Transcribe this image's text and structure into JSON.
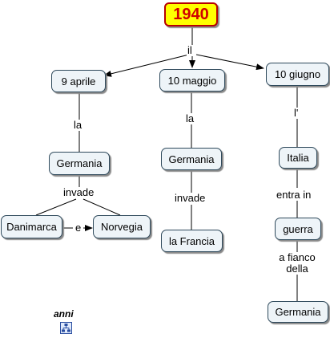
{
  "map": {
    "root": "1940",
    "root_link": "il",
    "branches": [
      {
        "date": "9 aprile",
        "link1": "la",
        "subject": "Germania",
        "verb": "invade",
        "object1": "Danimarca",
        "conjunction": "e",
        "object2": "Norvegia"
      },
      {
        "date": "10 maggio",
        "link1": "la",
        "subject": "Germania",
        "verb": "invade",
        "object1": "la Francia"
      },
      {
        "date": "10 giugno",
        "link1": "l'",
        "subject": "Italia",
        "verb": "entra in",
        "object1": "guerra",
        "link2_line1": "a fianco",
        "link2_line2": "della",
        "object2": "Germania"
      }
    ]
  },
  "legend": {
    "label": "anni",
    "icon": "concept-map-icon"
  },
  "colors": {
    "root_fill": "#ffff00",
    "root_text": "#d10000",
    "node_fill": "#eef4f8",
    "line": "#000000"
  }
}
